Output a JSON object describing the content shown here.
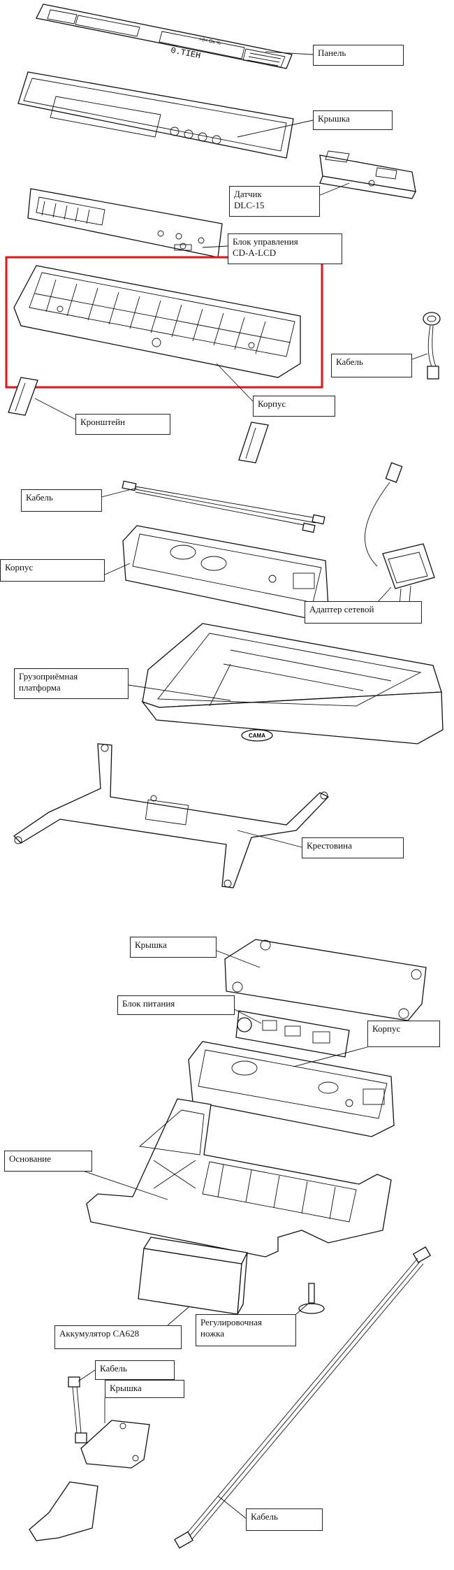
{
  "labels": {
    "panel": "Панель",
    "cover_top": "Крышка",
    "sensor": "Датчик\nDLC-15",
    "control_unit": "Блок управления\nCD-A-LCD",
    "cable_right": "Кабель",
    "housing_top": "Корпус",
    "bracket": "Кронштейн",
    "cable_mid": "Кабель",
    "housing_mid": "Корпус",
    "adapter": "Адаптер сетевой",
    "platform": "Грузоприёмная\nплатформа",
    "cross": "Крестовина",
    "cover_bottom": "Крышка",
    "power_unit": "Блок питания",
    "housing_bottom": "Корпус",
    "base": "Основание",
    "battery": "Аккумулятор CA628",
    "foot": "Регулировочная\nножка",
    "cable_small": "Кабель",
    "cover_small": "Крышка",
    "cable_long": "Кабель"
  },
  "marks": {
    "panel_indicators": ">0<   Ox    %",
    "panel_display": "0.TIEH",
    "platform_logo": "CAMA"
  },
  "colors": {
    "highlight": "#e0161c",
    "line": "#111111"
  }
}
